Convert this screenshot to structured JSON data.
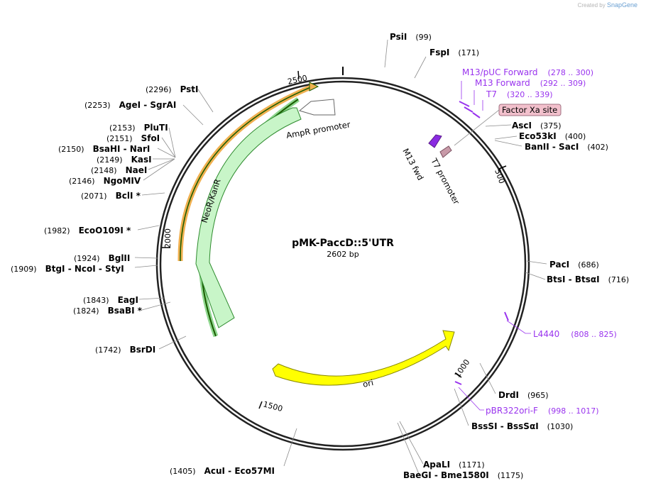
{
  "credit": {
    "prefix": "Created by",
    "brand": "SnapGene"
  },
  "plasmid": {
    "name": "pMK-PaccD::5'UTR",
    "length_label": "2602 bp",
    "length": 2602
  },
  "ticks": [
    "500",
    "1000",
    "1500",
    "2000",
    "2500"
  ],
  "features": {
    "neor": "NeoR/KanR",
    "ampr": "AmpR promoter",
    "ori": "ori",
    "m13fwd": "M13 fwd",
    "t7promoter": "T7 promoter",
    "factorxa": "Factor Xa site"
  },
  "primers": [
    {
      "name": "M13/pUC Forward",
      "range": "(278 .. 300)"
    },
    {
      "name": "M13 Forward",
      "range": "(292 .. 309)"
    },
    {
      "name": "T7",
      "range": "(320 .. 339)"
    },
    {
      "name": "L4440",
      "range": "(808 .. 825)"
    },
    {
      "name": "pBR322ori-F",
      "range": "(998 .. 1017)"
    }
  ],
  "enzymes": [
    {
      "name": "PsiI",
      "pos": "(99)"
    },
    {
      "name": "FspI",
      "pos": "(171)"
    },
    {
      "name": "AscI",
      "pos": "(375)"
    },
    {
      "name": "Eco53kI",
      "pos": "(400)"
    },
    {
      "name": "BanII  -  SacI",
      "pos": "(402)"
    },
    {
      "name": "PacI",
      "pos": "(686)"
    },
    {
      "name": "BtsI  -  BtsαI",
      "pos": "(716)"
    },
    {
      "name": "DrdI",
      "pos": "(965)"
    },
    {
      "name": "BssSI  -  BssSαI",
      "pos": "(1030)"
    },
    {
      "name": "ApaLI",
      "pos": "(1171)"
    },
    {
      "name": "BaeGI  -  Bme1580I",
      "pos": "(1175)"
    },
    {
      "name": "AcuI  -  Eco57MI",
      "pos": "(1405)"
    },
    {
      "name": "BsrDI",
      "pos": "(1742)"
    },
    {
      "name": "BsaBI *",
      "pos": "(1824)"
    },
    {
      "name": "EagI",
      "pos": "(1843)"
    },
    {
      "name": "BtgI  -  NcoI  -  StyI",
      "pos": "(1909)"
    },
    {
      "name": "BglII",
      "pos": "(1924)"
    },
    {
      "name": "EcoO109I *",
      "pos": "(1982)"
    },
    {
      "name": "BclI *",
      "pos": "(2071)"
    },
    {
      "name": "NgoMIV",
      "pos": "(2146)"
    },
    {
      "name": "NaeI",
      "pos": "(2148)"
    },
    {
      "name": "KasI",
      "pos": "(2149)"
    },
    {
      "name": "BsaHI  -  NarI",
      "pos": "(2150)"
    },
    {
      "name": "SfoI",
      "pos": "(2151)"
    },
    {
      "name": "PluTI",
      "pos": "(2153)"
    },
    {
      "name": "AgeI  -  SgrAI",
      "pos": "(2253)"
    },
    {
      "name": "PstI",
      "pos": "(2296)"
    }
  ],
  "colors": {
    "backbone": "#222222",
    "primer": "#9933ee",
    "neor_fill": "#c8f5c8",
    "neor_edge": "#2e8b2e",
    "ori_fill": "#ffff00",
    "orange": "#f0b050",
    "darkgreen": "#1a5c00",
    "factorxa_fill": "#f2c0cc"
  }
}
